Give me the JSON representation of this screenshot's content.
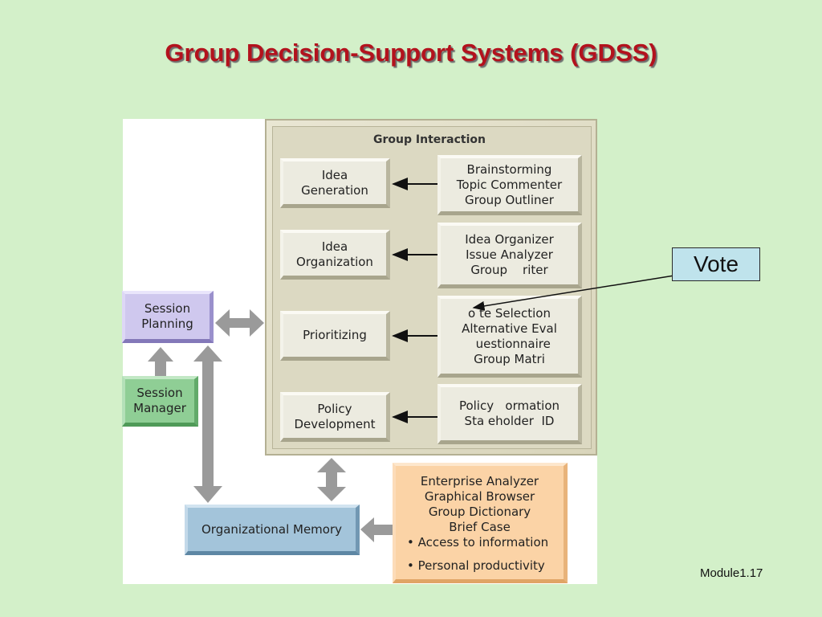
{
  "title": "Group Decision-Support Systems (GDSS)",
  "group_interaction": {
    "label": "Group Interaction",
    "stages": [
      {
        "name": "Idea\nGeneration",
        "tools": "Brainstorming\nTopic Commenter\nGroup Outliner"
      },
      {
        "name": "Idea\nOrganization",
        "tools": "Idea Organizer\nIssue Analyzer\nGroup    riter"
      },
      {
        "name": "Prioritizing",
        "tools": "o te Selection\nAlternative Eval\n  uestionnaire\nGroup Matri"
      },
      {
        "name": "Policy\nDevelopment",
        "tools": "Policy   ormation\nSta eholder  ID"
      }
    ]
  },
  "session_planning": "Session\nPlanning",
  "session_manager": "Session\nManager",
  "organizational_memory": "Organizational Memory",
  "enterprise_tools": {
    "lines": [
      "Enterprise Analyzer",
      "Graphical Browser",
      "Group Dictionary",
      "Brief Case"
    ],
    "bullets": [
      "• Access to information",
      "• Personal productivity"
    ]
  },
  "callout": "Vote",
  "footer": "Module1.17",
  "colors": {
    "background": "#d3f0c9",
    "title": "#b3121d",
    "session_planning": "#cfc8ee",
    "session_manager": "#8fce95",
    "organizational_memory": "#a3c4da",
    "enterprise_tools": "#fbd3a6",
    "callout": "#bfe3ec"
  }
}
